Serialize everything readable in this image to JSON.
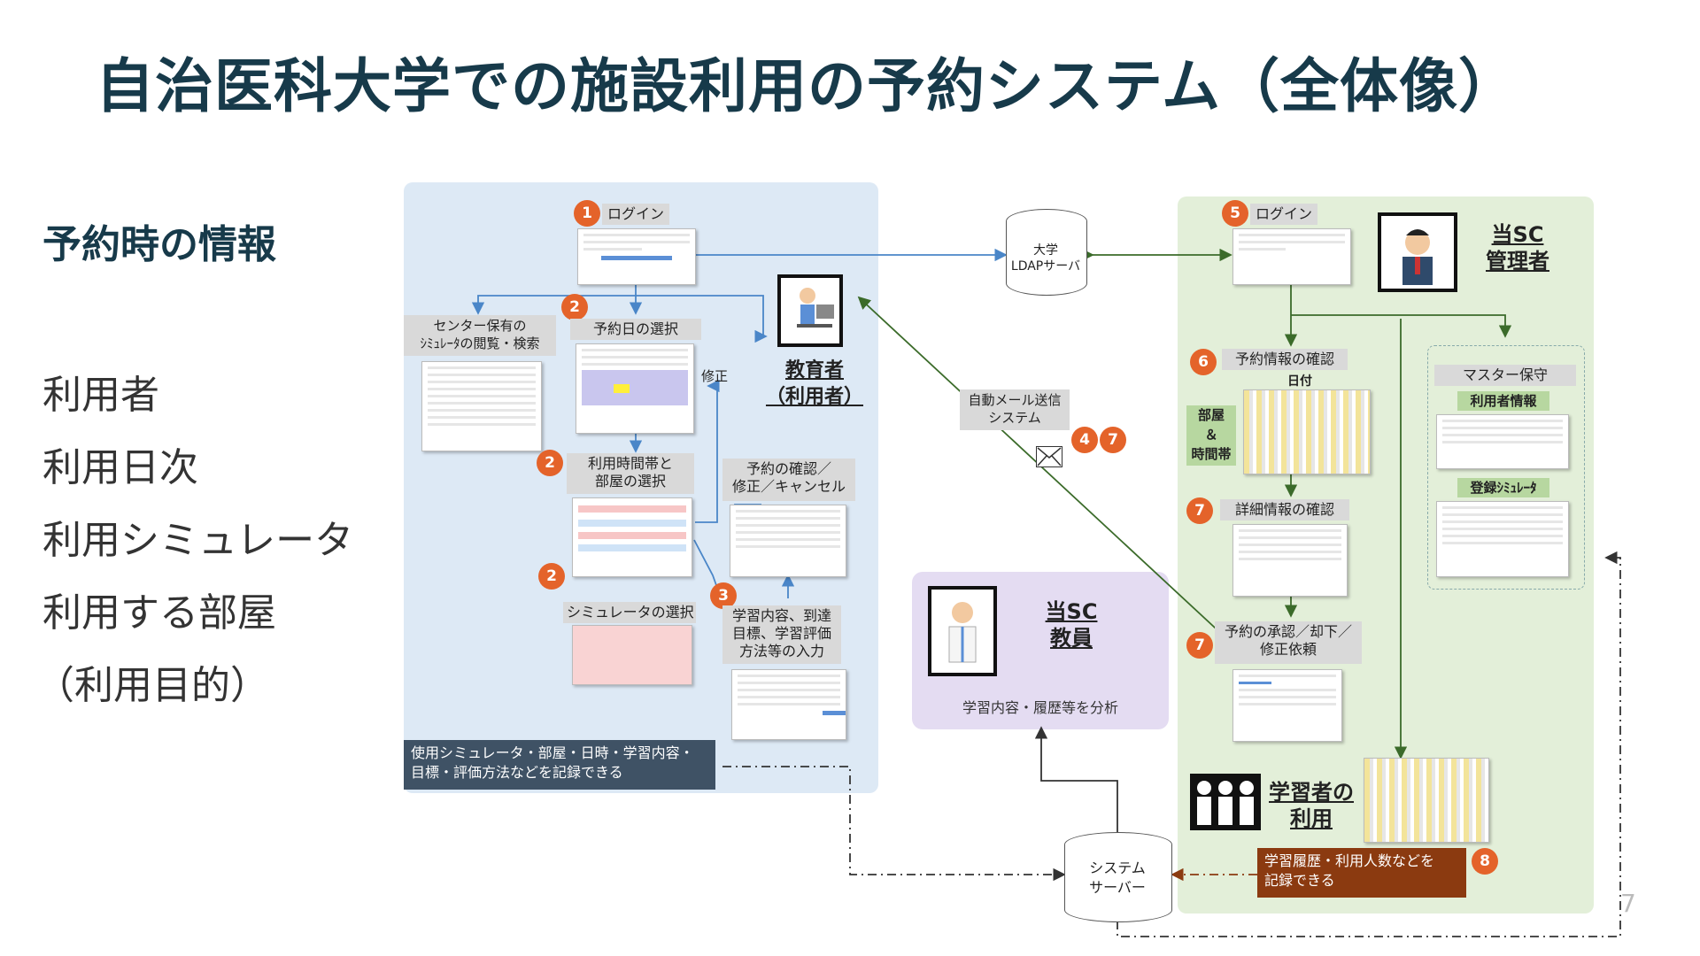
{
  "title": "自治医科大学での施設利用の予約システム（全体像）",
  "sidebar": {
    "heading": "予約時の情報",
    "items": [
      "利用者",
      "利用日次",
      "利用シミュレータ",
      "利用する部屋",
      "（利用目的）"
    ]
  },
  "user_flow": {
    "login": "ログイン",
    "browse": "センター保有の\nｼﾐｭﾚｰﾀの閲覧・検索",
    "date_select": "予約日の選択",
    "time_room": "利用時間帯と\n部屋の選択",
    "sim_select": "シミュレータの選択",
    "confirm": "予約の確認／\n修正／キャンセル",
    "input": "学習内容、到達\n目標、学習評価\n方法等の入力",
    "fix": "修正",
    "note": "使用シミュレータ・部屋・日時・学習内容・\n目標・評価方法などを記録できる",
    "actor": "教育者\n（利用者）"
  },
  "badges": {
    "b1": "1",
    "b2a": "2",
    "b2b": "2",
    "b2c": "2",
    "b3": "3",
    "b4": "4",
    "b5": "5",
    "b6": "6",
    "b7a": "7",
    "b7b": "7",
    "b7c": "7",
    "b8": "8"
  },
  "ldap": "大学\nLDAPサーバ",
  "mail": "自動メール送信\nシステム",
  "mail_icon": "envelope-icon",
  "system_server": "システム\nサーバー",
  "teacher": {
    "actor": "当SC\n教員",
    "desc": "学習内容・履歴等を分析"
  },
  "admin_flow": {
    "login": "ログイン",
    "actor": "当SC\n管理者",
    "check": "予約情報の確認",
    "date": "日付",
    "room_time": "部屋\n＆\n時間帯",
    "detail": "詳細情報の確認",
    "approve": "予約の承認／却下／\n修正依頼",
    "master": "マスター保守",
    "user_info": "利用者情報",
    "sim_reg": "登録ｼﾐｭﾚｰﾀ",
    "learner": "学習者の\n利用",
    "note": "学習履歴・利用人数などを\n記録できる"
  },
  "page_number": "7",
  "colors": {
    "title": "#173a4a",
    "badge": "#e4632a",
    "user_panel": "#dde9f5",
    "admin_panel": "#e3efd9",
    "teacher_panel": "#e4dcf2",
    "blue_wire": "#4a86c8",
    "green_wire": "#3b6b2a",
    "brown_note": "#8b3a10"
  }
}
